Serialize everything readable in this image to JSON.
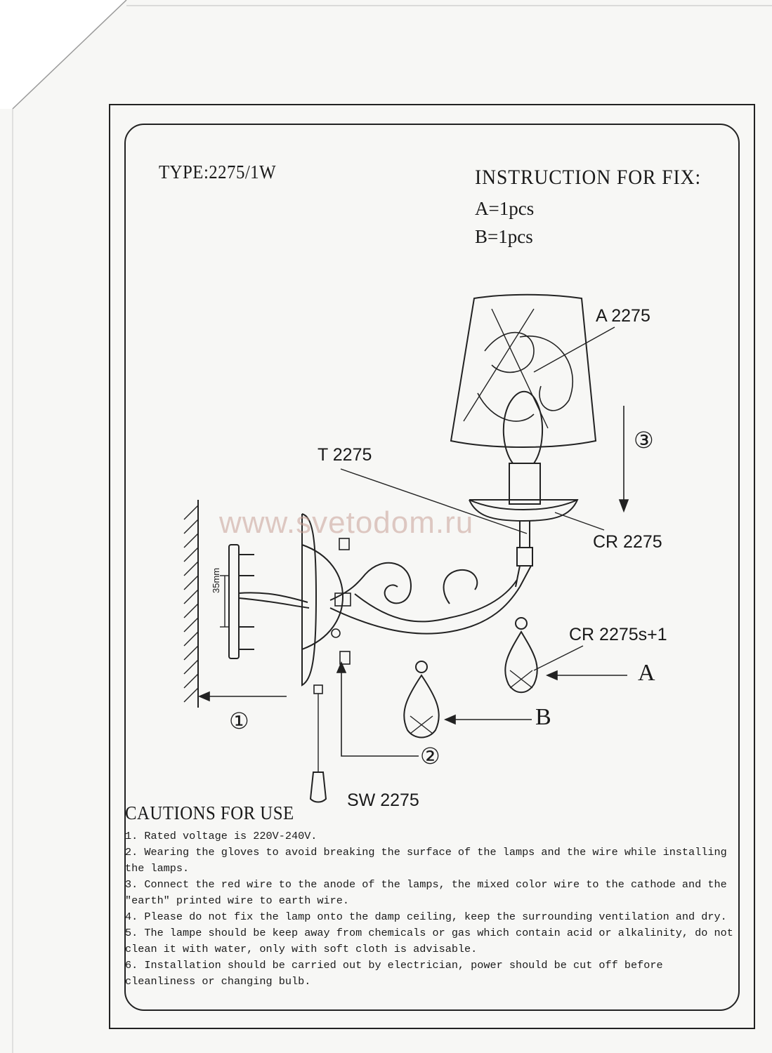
{
  "header": {
    "type_label": "TYPE:2275/1W",
    "instruction_title": "INSTRUCTION FOR FIX:",
    "quantities": [
      "A=1pcs",
      "B=1pcs"
    ]
  },
  "diagram": {
    "parts": {
      "shade": "A 2275",
      "tube": "T 2275",
      "cup": "CR 2275",
      "crystal": "CR 2275s+1",
      "switch": "SW 2275"
    },
    "callouts": {
      "a": "A",
      "b": "B"
    },
    "steps": [
      "①",
      "②",
      "③"
    ],
    "dimension": "35mm",
    "watermark": "www.svetodom.ru"
  },
  "cautions": {
    "title": "CAUTIONS FOR USE",
    "items": [
      "1. Rated voltage is 220V-240V.",
      "2. Wearing the gloves to avoid breaking the  surface of the lamps and the wire while installing the lamps.",
      "3. Connect the red wire to the anode of the lamps, the mixed color wire to the cathode and the \"earth\" printed wire to earth wire.",
      "4. Please do not fix the lamp onto the damp ceiling, keep the surrounding ventilation and dry.",
      "5. The lampe should be keep away from chemicals or gas which contain acid or alkalinity, do not clean it with water, only with soft cloth is advisable.",
      "6. Installation should be carried out by electrician, power should be cut off before cleanliness or changing bulb."
    ]
  }
}
